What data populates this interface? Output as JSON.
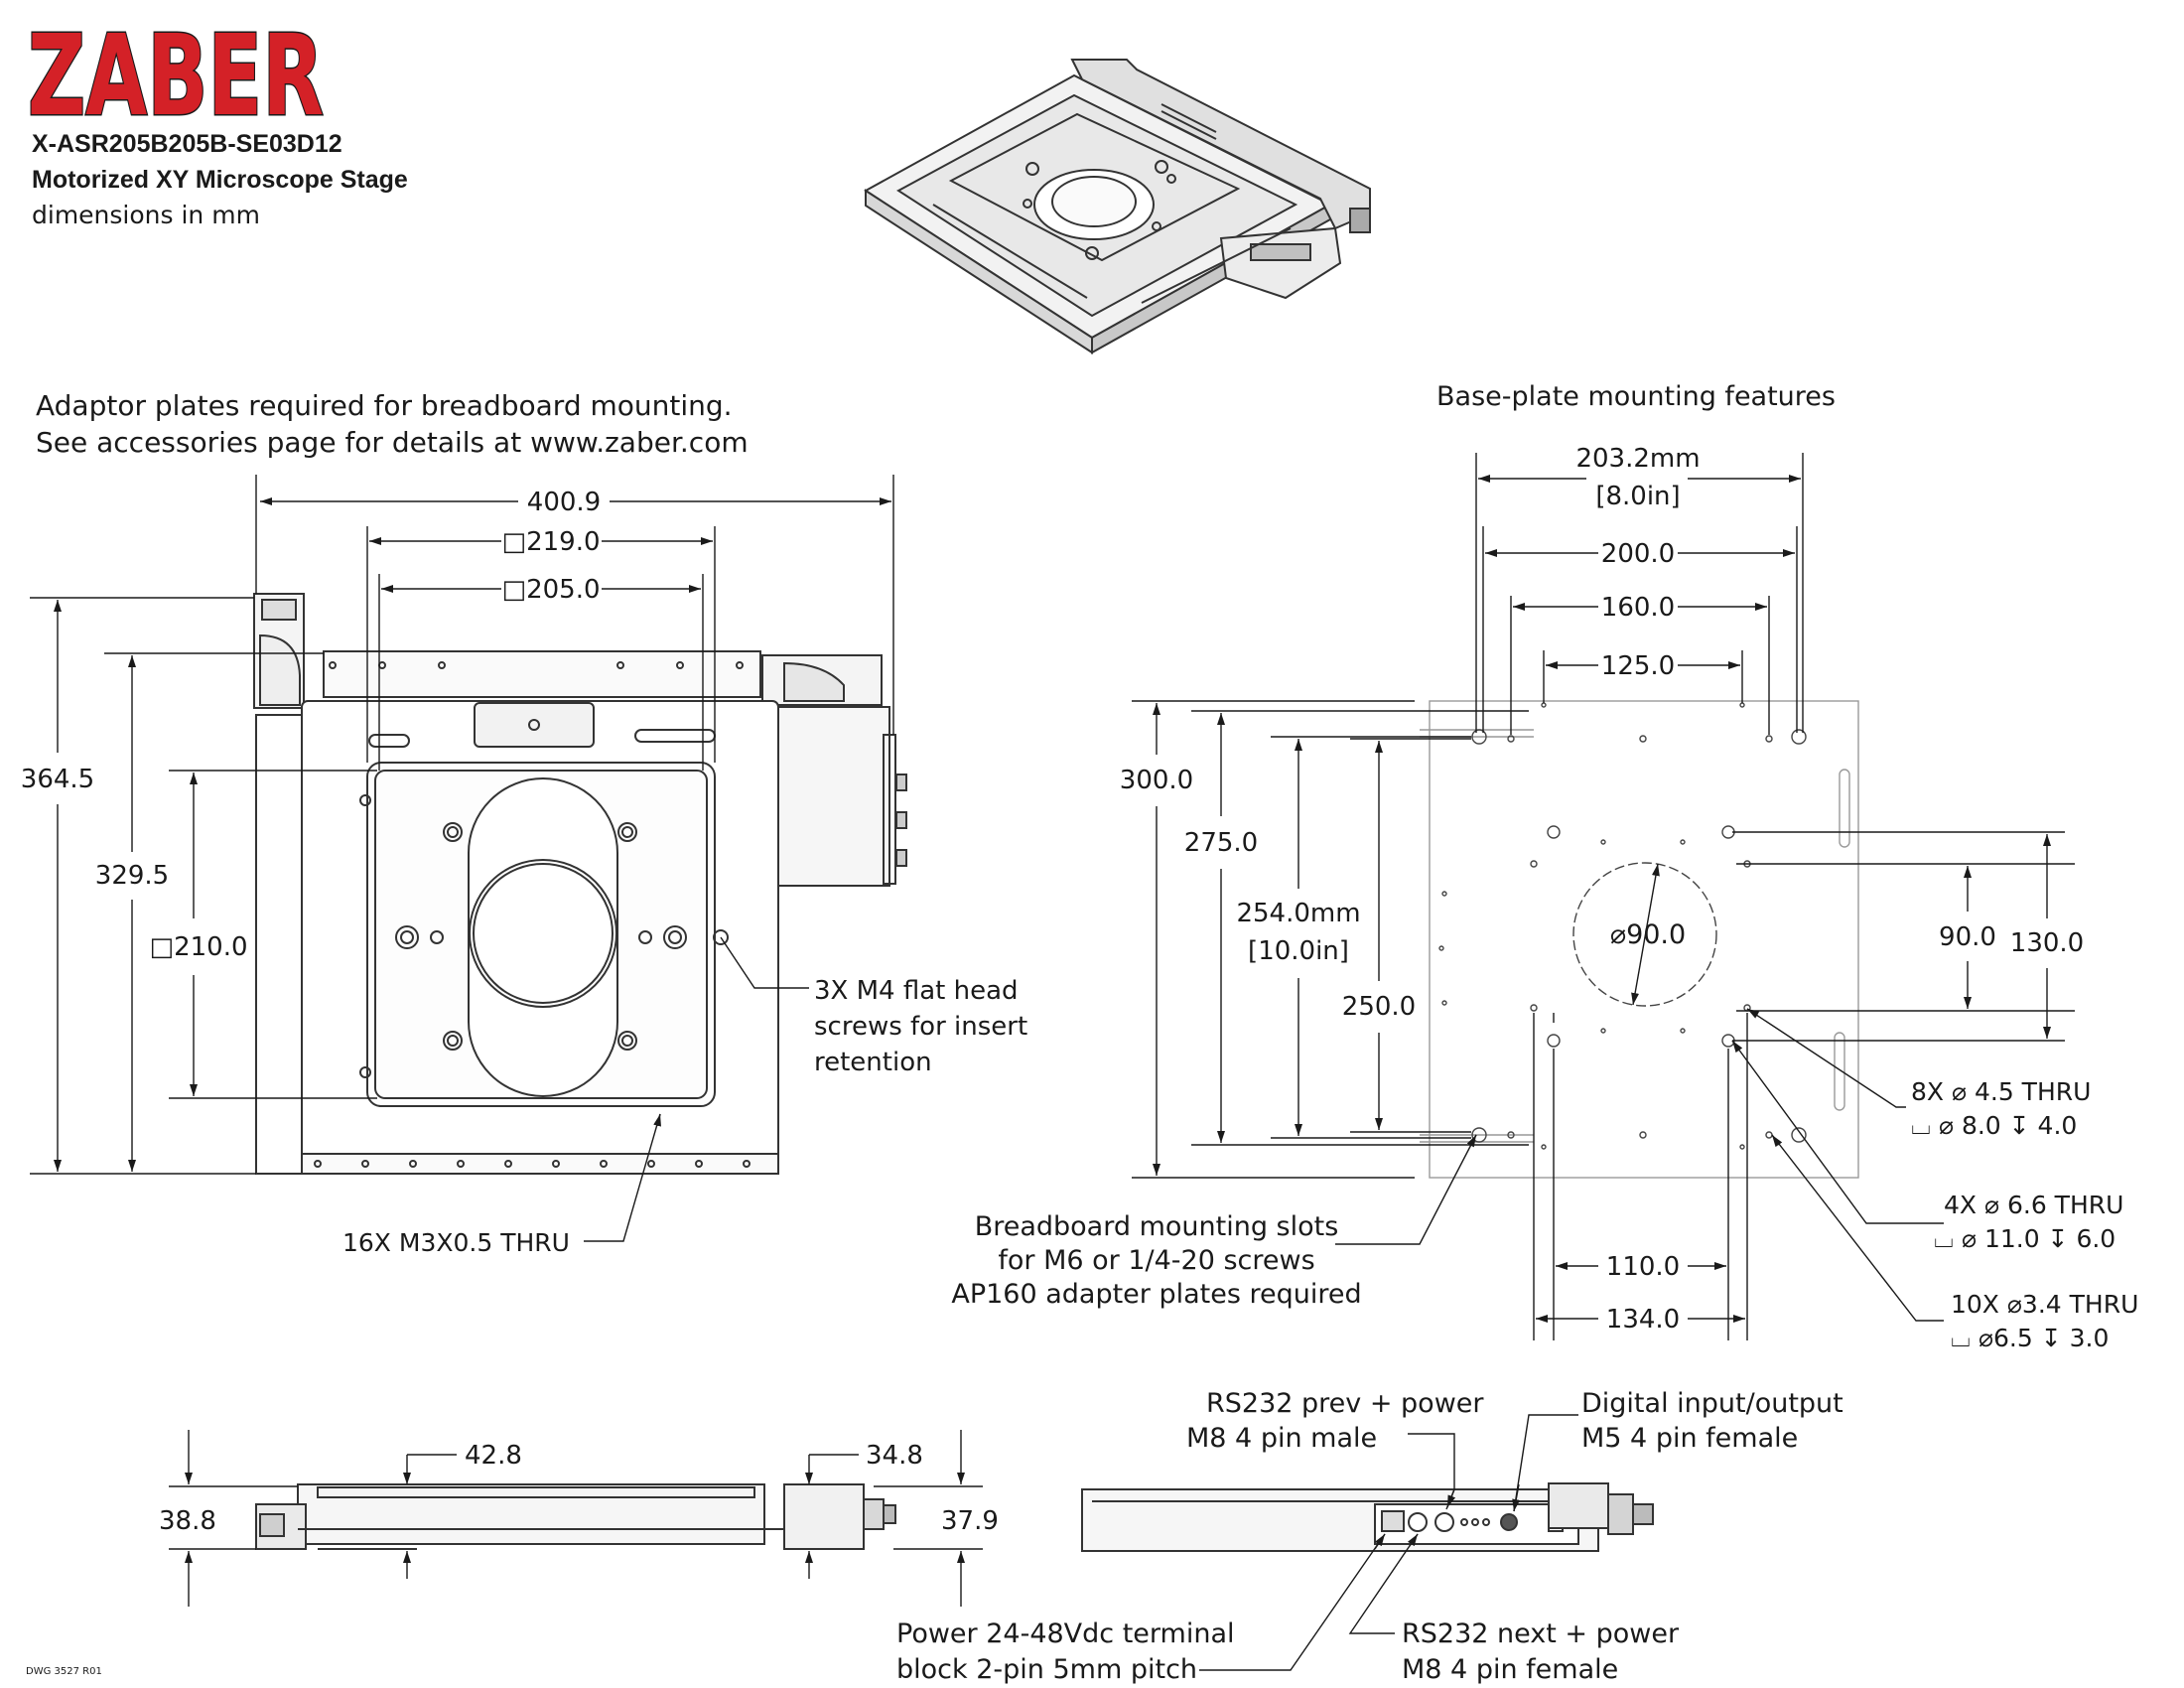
{
  "header": {
    "logo": "ZABER",
    "part_number": "X-ASR205B205B-SE03D12",
    "product": "Motorized XY Microscope Stage",
    "units": "dimensions in mm",
    "drawing_number": "DWG 3527 R01"
  },
  "colors": {
    "logo_red": "#d42127",
    "line": "#1a1a1a",
    "part": "#333333"
  },
  "notes": {
    "adaptor_line1": "Adaptor plates required for breadboard mounting.",
    "adaptor_line2": "See accessories page for details at www.zaber.com",
    "baseplate_title": "Base-plate mounting features"
  },
  "top_view": {
    "dim_width": "400.9",
    "dim_sq219": "□219.0",
    "dim_sq205": "□205.0",
    "dim_height": "364.5",
    "dim_329": "329.5",
    "dim_sq210": "□210.0",
    "callout_m4_1": "3X M4 flat head",
    "callout_m4_2": "screws for insert",
    "callout_m4_3": "retention",
    "callout_m3": "16X M3X0.5 THRU"
  },
  "base_plate": {
    "dim_203_mm": "203.2mm",
    "dim_203_in": "[8.0in]",
    "dim_200": "200.0",
    "dim_160": "160.0",
    "dim_125": "125.0",
    "dim_300": "300.0",
    "dim_275": "275.0",
    "dim_254_mm": "254.0mm",
    "dim_254_in": "[10.0in]",
    "dim_250": "250.0",
    "dim_dia90": "⌀90.0",
    "dim_90": "90.0",
    "dim_130": "130.0",
    "dim_110": "110.0",
    "dim_134": "134.0",
    "hole8_l1": "8X ⌀ 4.5 THRU",
    "hole8_l2": "⌴ ⌀ 8.0 ↧ 4.0",
    "hole4_l1": "4X ⌀ 6.6 THRU",
    "hole4_l2": "⌴ ⌀ 11.0 ↧ 6.0",
    "hole10_l1": "10X ⌀3.4 THRU",
    "hole10_l2": "⌴ ⌀6.5 ↧ 3.0",
    "slots_l1": "Breadboard mounting slots",
    "slots_l2": "for M6 or 1/4-20 screws",
    "slots_l3": "AP160 adapter plates required"
  },
  "side_view": {
    "dim_42": "42.8",
    "dim_34": "34.8",
    "dim_38_8": "38.8",
    "dim_37_9": "37.9"
  },
  "connectors": {
    "rs232_prev_1": "RS232 prev + power",
    "rs232_prev_2": "M8 4 pin male",
    "digital_1": "Digital input/output",
    "digital_2": "M5 4 pin female",
    "power_1": "Power 24-48Vdc terminal",
    "power_2": "block 2-pin 5mm pitch",
    "rs232_next_1": "RS232 next + power",
    "rs232_next_2": "M8 4 pin female"
  }
}
